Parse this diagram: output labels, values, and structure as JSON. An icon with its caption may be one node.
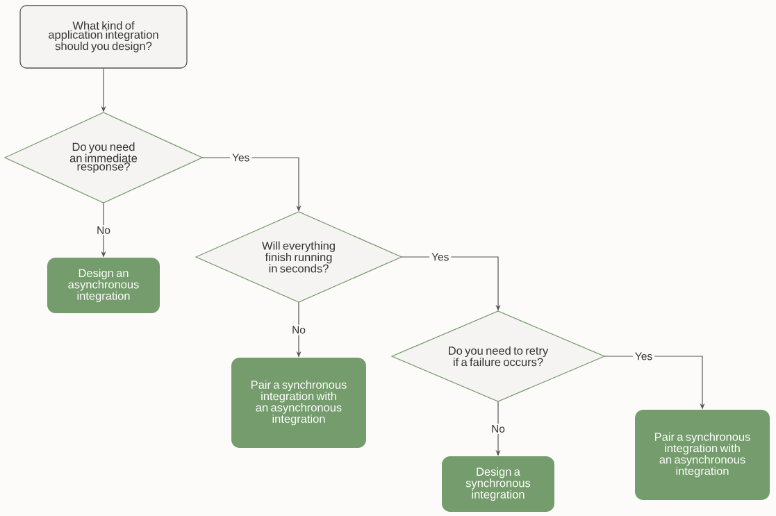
{
  "diagram": {
    "nodes": [
      {
        "text": [
          "What kind of application integration should you design?"
        ]
      },
      {
        "text": [
          "Do you need an immediate response?"
        ]
      },
      {
        "text": [
          "Design an asynchronous integration"
        ]
      },
      {
        "text": [
          "Will everything finish running in seconds?"
        ]
      },
      {
        "text": [
          "Pair a synchronous integration with an asynchronous integration"
        ]
      },
      {
        "text": [
          "Do you need to retry if a failure occurs?"
        ]
      },
      {
        "text": [
          "Design a synchronous integration"
        ]
      },
      {
        "text": [
          "Pair a synchronous integration with an asynchronous integration"
        ]
      }
    ],
    "edges": [
      {
        "from": 0,
        "to": 1,
        "arrow": "to"
      },
      {
        "from": 1,
        "to": 3,
        "arrow": "to",
        "label": "Yes"
      },
      {
        "from": 1,
        "to": 2,
        "arrow": "to",
        "label": "No"
      },
      {
        "from": 3,
        "to": 5,
        "arrow": "to",
        "label": "Yes"
      },
      {
        "from": 3,
        "to": 4,
        "arrow": "to",
        "label": "No"
      },
      {
        "from": 5,
        "to": 7,
        "arrow": "to",
        "label": "Yes"
      },
      {
        "from": 5,
        "to": 6,
        "arrow": "to",
        "label": "No"
      }
    ]
  }
}
